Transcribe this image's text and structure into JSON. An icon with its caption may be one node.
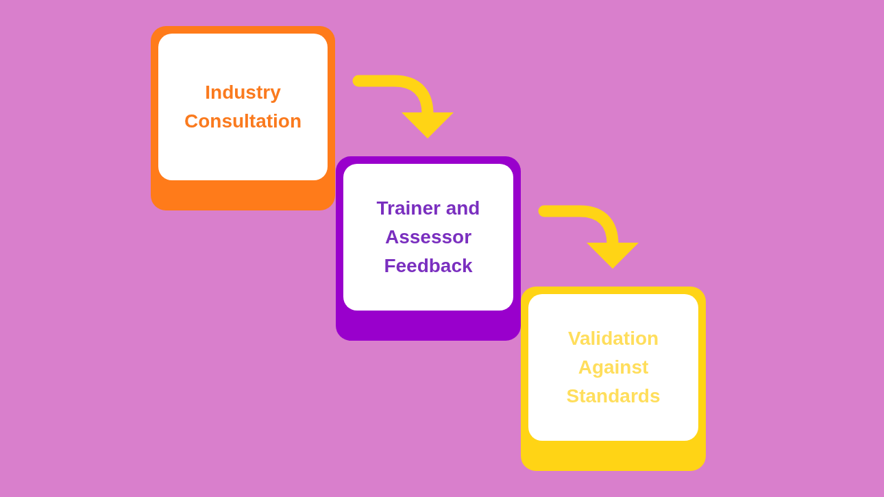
{
  "diagram": {
    "nodes": [
      {
        "text": [
          "Industry Consultation"
        ]
      },
      {
        "text": [
          "Trainer and Assessor Feedback"
        ]
      },
      {
        "text": [
          "Validation Against Standards"
        ]
      }
    ],
    "edges": [
      {
        "from": 0,
        "to": 1,
        "arrow": "to"
      },
      {
        "from": 1,
        "to": 2,
        "arrow": "to"
      }
    ]
  }
}
